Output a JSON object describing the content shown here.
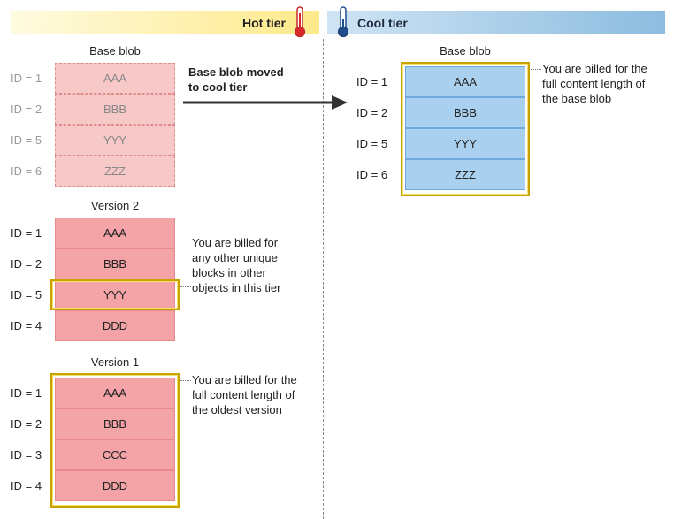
{
  "hot_tier": {
    "label": "Hot tier"
  },
  "cool_tier": {
    "label": "Cool tier"
  },
  "transition": {
    "label_line1": "Base blob moved",
    "label_line2": "to cool tier"
  },
  "hot_base_blob": {
    "title": "Base blob",
    "blocks": [
      {
        "id": "ID = 1",
        "value": "AAA"
      },
      {
        "id": "ID = 2",
        "value": "BBB"
      },
      {
        "id": "ID = 5",
        "value": "YYY"
      },
      {
        "id": "ID = 6",
        "value": "ZZZ"
      }
    ]
  },
  "version2": {
    "title": "Version 2",
    "blocks": [
      {
        "id": "ID = 1",
        "value": "AAA"
      },
      {
        "id": "ID = 2",
        "value": "BBB"
      },
      {
        "id": "ID = 5",
        "value": "YYY"
      },
      {
        "id": "ID = 4",
        "value": "DDD"
      }
    ],
    "note": [
      "You are billed for",
      "any other unique",
      "blocks in other",
      "objects in this tier"
    ]
  },
  "version1": {
    "title": "Version 1",
    "blocks": [
      {
        "id": "ID = 1",
        "value": "AAA"
      },
      {
        "id": "ID = 2",
        "value": "BBB"
      },
      {
        "id": "ID = 3",
        "value": "CCC"
      },
      {
        "id": "ID = 4",
        "value": "DDD"
      }
    ],
    "note": [
      "You are billed for the",
      "full content length of",
      "the oldest version"
    ]
  },
  "cool_base_blob": {
    "title": "Base blob",
    "blocks": [
      {
        "id": "ID = 1",
        "value": "AAA"
      },
      {
        "id": "ID = 2",
        "value": "BBB"
      },
      {
        "id": "ID = 5",
        "value": "YYY"
      },
      {
        "id": "ID = 6",
        "value": "ZZZ"
      }
    ],
    "note": [
      "You are billed for the",
      "full content length of",
      "the base blob"
    ]
  },
  "colors": {
    "hot_block": "#f4a4a6",
    "hot_block_faded": "#f7c8c8",
    "cool_block": "#a9d0ee",
    "highlight": "#c9a100"
  }
}
